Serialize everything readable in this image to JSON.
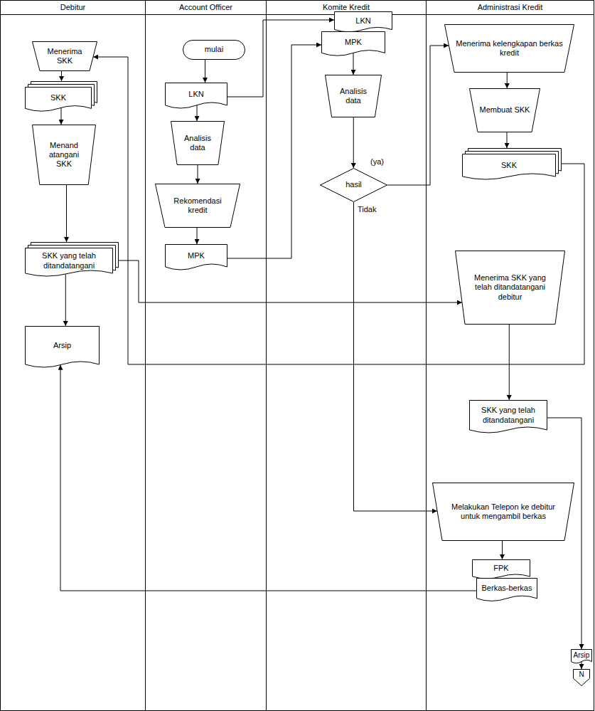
{
  "diagram": {
    "nodes": [
      {
        "text": [
          "Debitur"
        ]
      },
      {
        "text": [
          "Account Officer"
        ]
      },
      {
        "text": [
          "Komite Kredit"
        ]
      },
      {
        "text": [
          "Administrasi Kredit"
        ]
      },
      {
        "text": [
          "Menerima SKK"
        ],
        "in": 0
      },
      {
        "text": [
          "SKK"
        ],
        "in": 0
      },
      {
        "text": [
          "Menand atangani SKK"
        ],
        "in": 0
      },
      {
        "text": [
          "SKK yang telah ditandatangani"
        ],
        "in": 0
      },
      {
        "text": [
          "Arsip"
        ],
        "in": 0
      },
      {
        "text": [
          "mulai"
        ],
        "in": 1
      },
      {
        "text": [
          "LKN"
        ],
        "in": 1
      },
      {
        "text": [
          "Analisis data"
        ],
        "in": 1
      },
      {
        "text": [
          "Rekomendasi kredit"
        ],
        "in": 1
      },
      {
        "text": [
          "MPK"
        ],
        "in": 1
      },
      {
        "text": [
          "LKN"
        ],
        "in": 2
      },
      {
        "text": [
          "MPK"
        ],
        "in": 2
      },
      {
        "text": [
          "Analisis data"
        ],
        "in": 2
      },
      {
        "text": [
          "hasil"
        ],
        "in": 2
      },
      {
        "text": [
          "Menerima kelengkapan berkas kredit"
        ],
        "in": 3
      },
      {
        "text": [
          "Membuat SKK"
        ],
        "in": 3
      },
      {
        "text": [
          "SKK"
        ],
        "in": 3
      },
      {
        "text": [
          "Menerima SKK yang telah ditandatangani debitur"
        ],
        "in": 3
      },
      {
        "text": [
          "SKK yang telah ditandatangani"
        ],
        "in": 3
      },
      {
        "text": [
          "Melakukan Telepon ke debitur untuk mengambil berkas"
        ],
        "in": 3
      },
      {
        "text": [
          "FPK"
        ],
        "in": 3
      },
      {
        "text": [
          "Berkas-berkas"
        ],
        "in": 3
      },
      {
        "text": [
          "Arsip"
        ],
        "in": 3
      },
      {
        "text": [
          "N"
        ],
        "in": 3
      }
    ],
    "edges": [
      {
        "from": 4,
        "to": 5,
        "arrow": "to"
      },
      {
        "from": 5,
        "to": 6,
        "arrow": "to"
      },
      {
        "from": 6,
        "to": 7,
        "arrow": "to"
      },
      {
        "from": 7,
        "to": 8,
        "arrow": "to"
      },
      {
        "from": 9,
        "to": 10,
        "arrow": "to"
      },
      {
        "from": 10,
        "to": 11,
        "arrow": "to"
      },
      {
        "from": 11,
        "to": 12,
        "arrow": "to"
      },
      {
        "from": 12,
        "to": 13,
        "arrow": "to"
      },
      {
        "from": 10,
        "to": 14,
        "arrow": "to"
      },
      {
        "from": 13,
        "to": 15,
        "arrow": "to"
      },
      {
        "from": 15,
        "to": 16,
        "arrow": "to"
      },
      {
        "from": 16,
        "to": 17,
        "arrow": "to"
      },
      {
        "from": 17,
        "to": 18,
        "label": "(ya)",
        "arrow": "to"
      },
      {
        "from": 17,
        "to": 23,
        "label": "Tidak",
        "arrow": "to"
      },
      {
        "from": 18,
        "to": 19,
        "arrow": "to"
      },
      {
        "from": 19,
        "to": 20,
        "arrow": "to"
      },
      {
        "from": 20,
        "to": 4,
        "arrow": "to"
      },
      {
        "from": 7,
        "to": 21,
        "arrow": "to"
      },
      {
        "from": 21,
        "to": 22,
        "arrow": "to"
      },
      {
        "from": 23,
        "to": 24,
        "arrow": "to"
      },
      {
        "from": 25,
        "to": 8,
        "arrow": "to"
      },
      {
        "from": 22,
        "to": 26,
        "arrow": "to"
      },
      {
        "from": 26,
        "to": 27,
        "arrow": "to"
      }
    ]
  }
}
